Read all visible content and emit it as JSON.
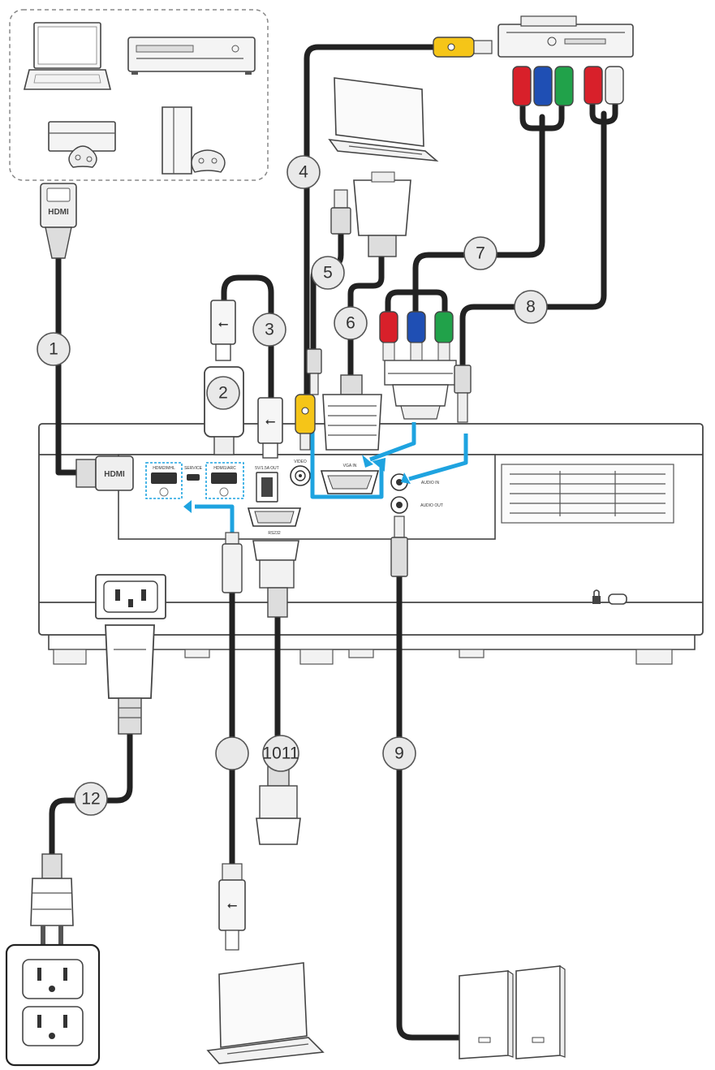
{
  "badges": [
    {
      "id": "1",
      "label": "1"
    },
    {
      "id": "2",
      "label": "2"
    },
    {
      "id": "3",
      "label": "3"
    },
    {
      "id": "4",
      "label": "4"
    },
    {
      "id": "5",
      "label": "5"
    },
    {
      "id": "6",
      "label": "6"
    },
    {
      "id": "7",
      "label": "7"
    },
    {
      "id": "8",
      "label": "8"
    },
    {
      "id": "9",
      "label": "9"
    },
    {
      "id": "1011",
      "label": "1011"
    },
    {
      "id": "12",
      "label": "12"
    },
    {
      "id": "blank",
      "label": ""
    }
  ],
  "ports": {
    "hdmi2": "HDMI2/MHL",
    "service": "SERVICE",
    "hdmi1": "HDMI1/ARC",
    "usb_out": "5V/1.5A OUT",
    "video": "VIDEO",
    "vga_in": "VGA IN",
    "audio_in": "AUDIO IN",
    "audio_out": "AUDIO OUT",
    "rs232": "RS232"
  },
  "connector_text": {
    "hdmi_plug": "HDMI",
    "hdmi_plug_front": "HDMI"
  },
  "colors": {
    "cable": "#222222",
    "highlight_arrow": "#1ea3e0",
    "rca_red": "#d8202a",
    "rca_green": "#21a24a",
    "rca_blue": "#1f4fb4",
    "rca_yellow": "#f5c518",
    "rca_white": "#f2f2f2"
  },
  "icons": {
    "laptop": "laptop-icon",
    "dvd": "dvd-player-icon",
    "xbox": "game-console-icon",
    "ps4": "game-console-icon",
    "usb": "usb-symbol-icon",
    "power_outlet": "power-outlet-icon",
    "speakers": "speaker-icon",
    "lock": "lock-icon"
  }
}
